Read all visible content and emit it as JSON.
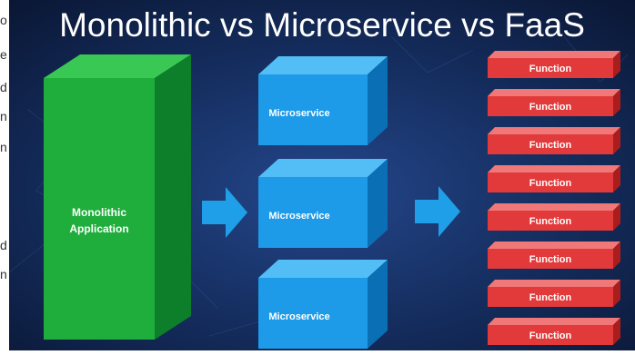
{
  "title": "Monolithic vs Microservice vs FaaS",
  "monolith": {
    "label_line1": "Monolithic",
    "label_line2": "Application"
  },
  "microservices": [
    "Microservice",
    "Microservice",
    "Microservice"
  ],
  "functions": [
    "Function",
    "Function",
    "Function",
    "Function",
    "Function",
    "Function",
    "Function",
    "Function"
  ],
  "left_edge_fragments": [
    "o",
    "e",
    "d",
    "n",
    "n",
    "d",
    "n"
  ],
  "colors": {
    "background_dark": "#0d1b3e",
    "background_mid": "#1b3a72",
    "monolith_front": "#1fae3c",
    "monolith_side": "#0d7f2a",
    "monolith_top": "#39c854",
    "micro_front": "#1e9be8",
    "micro_side": "#0b6fb5",
    "micro_top": "#52bef5",
    "function_front": "#e23a3a",
    "function_side": "#a91d1d",
    "function_top": "#f07878",
    "arrow": "#1f9fe8",
    "title_text": "#ffffff"
  },
  "icons": [
    "right-arrow-icon",
    "right-arrow-icon"
  ]
}
